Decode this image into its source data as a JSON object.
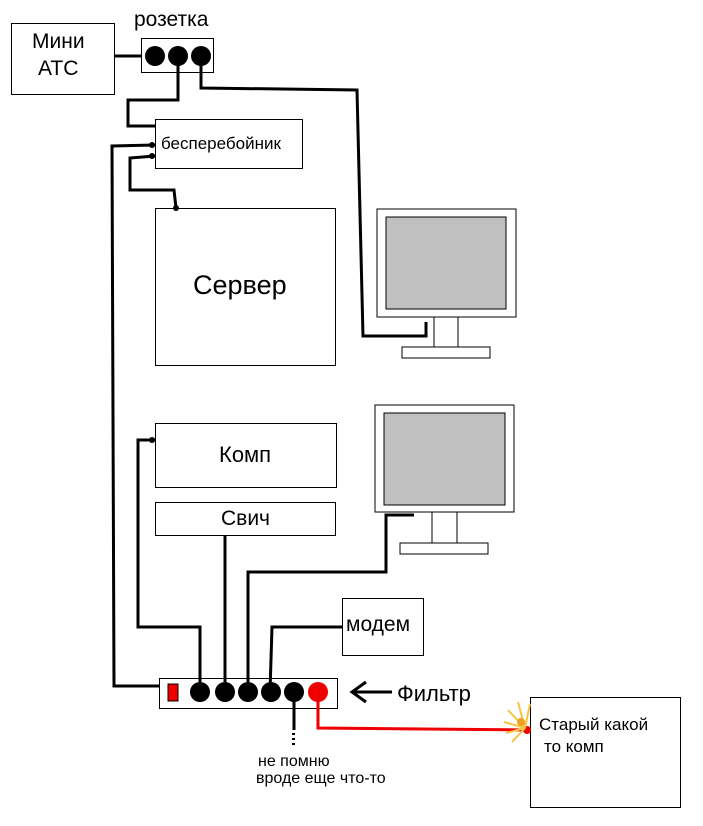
{
  "labels": {
    "mini_ats_line1": "Мини",
    "mini_ats_line2": "АТС",
    "socket": "розетка",
    "ups": "бесперебойник",
    "server": "Сервер",
    "pc": "Комп",
    "switch": "Свич",
    "modem": "модем",
    "filter": "Фильтр",
    "old_pc_line1": "Старый какой",
    "old_pc_line2": "то комп",
    "unknown_line1": "не помню",
    "unknown_line2": "вроде еще что-то"
  },
  "colors": {
    "line": "#000000",
    "red": "#ee0000",
    "screen": "#c0c0c0",
    "spark": "#f5c542"
  }
}
